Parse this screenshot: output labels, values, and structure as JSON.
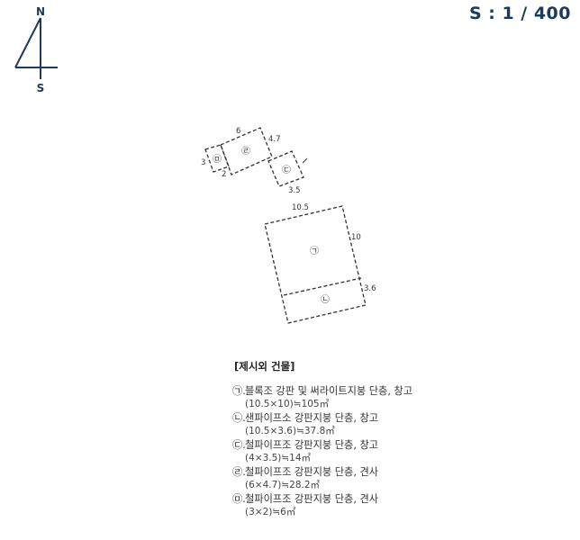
{
  "compass": {
    "north_label": "N",
    "south_label": "S",
    "color": "#1b3a5c"
  },
  "scale": {
    "label": "S : 1 / 400"
  },
  "plan": {
    "buildings": [
      {
        "id": "ga",
        "symbol": "㉠",
        "dims": {
          "width": "10.5",
          "depth": "10"
        }
      },
      {
        "id": "na",
        "symbol": "㉡",
        "dims": {
          "depth": "3.6"
        }
      },
      {
        "id": "da",
        "symbol": "㉢",
        "dims": {
          "width": "3.5"
        }
      },
      {
        "id": "ra",
        "symbol": "㉣",
        "dims": {
          "width": "6",
          "depth": "4.7"
        }
      },
      {
        "id": "ma",
        "symbol": "㉤",
        "dims": {
          "width": "3",
          "depth": "2"
        }
      }
    ]
  },
  "legend": {
    "title": "[제시외 건물]",
    "items": [
      {
        "mark": "㉠.",
        "desc": "블록조 강판 및 써라이트지붕 단층, 창고",
        "area": "(10.5×10)≒105㎡"
      },
      {
        "mark": "㉡.",
        "desc": "샌파이프소 강판지붕 단층, 창고",
        "area": "(10.5×3.6)≒37.8㎡"
      },
      {
        "mark": "㉢.",
        "desc": "철파이프조 강판지붕 단층, 창고",
        "area": "(4×3.5)≒14㎡"
      },
      {
        "mark": "㉣.",
        "desc": "철파이프조 강판지붕 단층, 견사",
        "area": "(6×4.7)≒28.2㎡"
      },
      {
        "mark": "㉤.",
        "desc": "철파이프조 강판지붕 단층, 견사",
        "area": "(3×2)≒6㎡"
      }
    ]
  }
}
